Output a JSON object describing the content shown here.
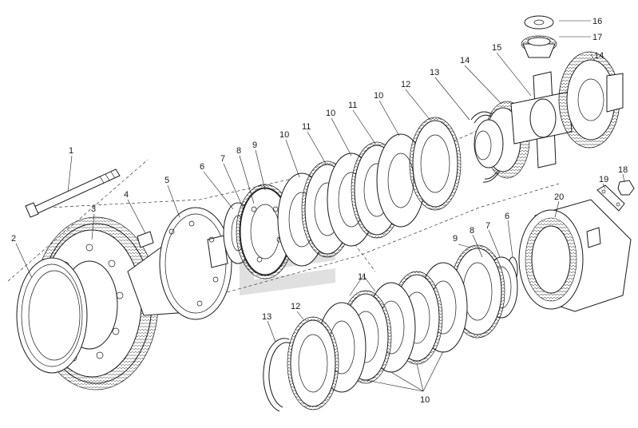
{
  "diagram": {
    "colors": {
      "line": "#1a1a1a",
      "watermark": "#c8c8c8",
      "background": "#ffffff"
    },
    "callouts": [
      {
        "id": "c1",
        "text": "1"
      },
      {
        "id": "c2",
        "text": "2"
      },
      {
        "id": "c3",
        "text": "3"
      },
      {
        "id": "c4",
        "text": "4"
      },
      {
        "id": "c5",
        "text": "5"
      },
      {
        "id": "c6a",
        "text": "6"
      },
      {
        "id": "c7a",
        "text": "7"
      },
      {
        "id": "c8a",
        "text": "8"
      },
      {
        "id": "c9a",
        "text": "9"
      },
      {
        "id": "c10a",
        "text": "10"
      },
      {
        "id": "c11a",
        "text": "11"
      },
      {
        "id": "c10b",
        "text": "10"
      },
      {
        "id": "c11b",
        "text": "11"
      },
      {
        "id": "c10c",
        "text": "10"
      },
      {
        "id": "c12a",
        "text": "12"
      },
      {
        "id": "c13a",
        "text": "13"
      },
      {
        "id": "c14a",
        "text": "14"
      },
      {
        "id": "c15",
        "text": "15"
      },
      {
        "id": "c14b",
        "text": "14"
      },
      {
        "id": "c16",
        "text": "16"
      },
      {
        "id": "c17",
        "text": "17"
      },
      {
        "id": "c18",
        "text": "18"
      },
      {
        "id": "c19",
        "text": "19"
      },
      {
        "id": "c20",
        "text": "20"
      },
      {
        "id": "c6b",
        "text": "6"
      },
      {
        "id": "c7b",
        "text": "7"
      },
      {
        "id": "c8b",
        "text": "8"
      },
      {
        "id": "c9b",
        "text": "9"
      },
      {
        "id": "c11c",
        "text": "11"
      },
      {
        "id": "c12b",
        "text": "12"
      },
      {
        "id": "c13b",
        "text": "13"
      },
      {
        "id": "c10d",
        "text": "10"
      }
    ]
  }
}
